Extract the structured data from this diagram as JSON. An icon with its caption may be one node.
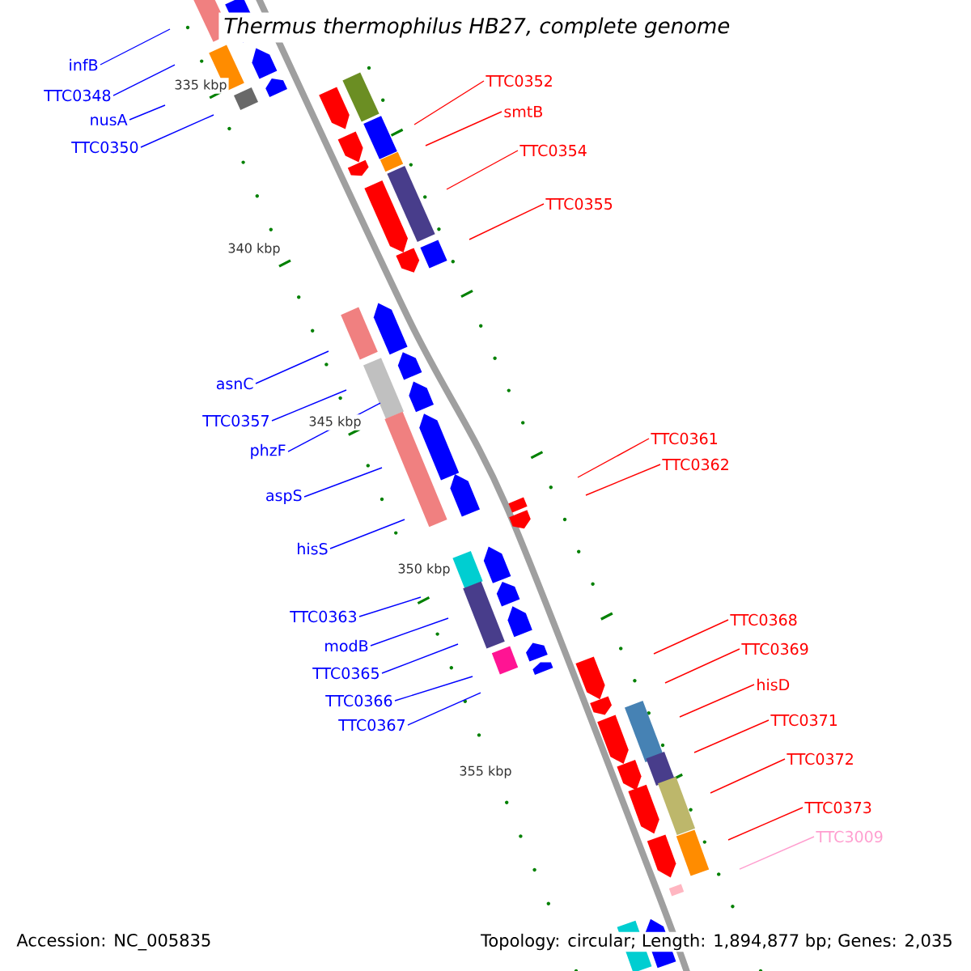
{
  "diagram": {
    "title": "Thermus thermophilus HB27, complete genome",
    "nodes": [
      {
        "text": [
          "infB"
        ]
      },
      {
        "text": [
          "TTC0352"
        ]
      },
      {
        "text": [
          "TTC0348"
        ]
      },
      {
        "text": [
          "smtB"
        ]
      },
      {
        "text": [
          "nusA"
        ]
      },
      {
        "text": [
          "TTC0350"
        ]
      },
      {
        "text": [
          "TTC0354"
        ]
      },
      {
        "text": [
          "TTC0355"
        ]
      },
      {
        "text": [
          "asnC"
        ]
      },
      {
        "text": [
          "TTC0357"
        ]
      },
      {
        "text": [
          "TTC0361"
        ]
      },
      {
        "text": [
          "phzF"
        ]
      },
      {
        "text": [
          "TTC0362"
        ]
      },
      {
        "text": [
          "aspS"
        ]
      },
      {
        "text": [
          "hisS"
        ]
      },
      {
        "text": [
          "TTC0363"
        ]
      },
      {
        "text": [
          "TTC0368"
        ]
      },
      {
        "text": [
          "modB"
        ]
      },
      {
        "text": [
          "TTC0369"
        ]
      },
      {
        "text": [
          "TTC0365"
        ]
      },
      {
        "text": [
          "hisD"
        ]
      },
      {
        "text": [
          "TTC0366"
        ]
      },
      {
        "text": [
          "TTC0371"
        ]
      },
      {
        "text": [
          "TTC0367"
        ]
      },
      {
        "text": [
          "TTC0372"
        ]
      },
      {
        "text": [
          "TTC0373"
        ]
      },
      {
        "text": [
          "TTC3009"
        ]
      }
    ],
    "edges": [
      {
        "from": 0,
        "to": null,
        "arrow": "none"
      },
      {
        "from": 1,
        "to": null,
        "arrow": "none",
        "color": "#ff0000"
      },
      {
        "from": 2,
        "to": null,
        "arrow": "none"
      },
      {
        "from": 3,
        "to": null,
        "arrow": "none",
        "color": "#ff0000"
      },
      {
        "from": 4,
        "to": null,
        "arrow": "none"
      },
      {
        "from": 5,
        "to": null,
        "arrow": "none"
      },
      {
        "from": 6,
        "to": null,
        "arrow": "none",
        "color": "#ff0000"
      },
      {
        "from": 7,
        "to": null,
        "arrow": "none",
        "color": "#ff0000"
      },
      {
        "from": 8,
        "to": null,
        "arrow": "none"
      },
      {
        "from": 9,
        "to": null,
        "arrow": "none"
      },
      {
        "from": 10,
        "to": null,
        "arrow": "none",
        "color": "#ff0000"
      },
      {
        "from": 11,
        "to": null,
        "arrow": "none"
      },
      {
        "from": 12,
        "to": null,
        "arrow": "none",
        "color": "#ff0000"
      },
      {
        "from": 13,
        "to": null,
        "arrow": "none"
      },
      {
        "from": 14,
        "to": null,
        "arrow": "none"
      },
      {
        "from": 15,
        "to": null,
        "arrow": "none"
      },
      {
        "from": 16,
        "to": null,
        "arrow": "none",
        "color": "#ff0000"
      },
      {
        "from": 17,
        "to": null,
        "arrow": "none"
      },
      {
        "from": 18,
        "to": null,
        "arrow": "none",
        "color": "#ff0000"
      },
      {
        "from": 19,
        "to": null,
        "arrow": "none"
      },
      {
        "from": 20,
        "to": null,
        "arrow": "none",
        "color": "#ff0000"
      },
      {
        "from": 21,
        "to": null,
        "arrow": "none"
      },
      {
        "from": 22,
        "to": null,
        "arrow": "none",
        "color": "#ff0000"
      },
      {
        "from": 23,
        "to": null,
        "arrow": "none"
      },
      {
        "from": 24,
        "to": null,
        "arrow": "none",
        "color": "#ff0000"
      },
      {
        "from": 25,
        "to": null,
        "arrow": "none",
        "color": "#ff0000"
      },
      {
        "from": 26,
        "to": null,
        "arrow": "none",
        "color": "#ff9ecf"
      }
    ],
    "labels": [
      "335 kbp",
      "340 kbp",
      "345 kbp",
      "350 kbp",
      "355 kbp",
      "Accession: NC_005835",
      "Topology: circular; Length: 1,894,877 bp; Genes: 2,035"
    ]
  }
}
